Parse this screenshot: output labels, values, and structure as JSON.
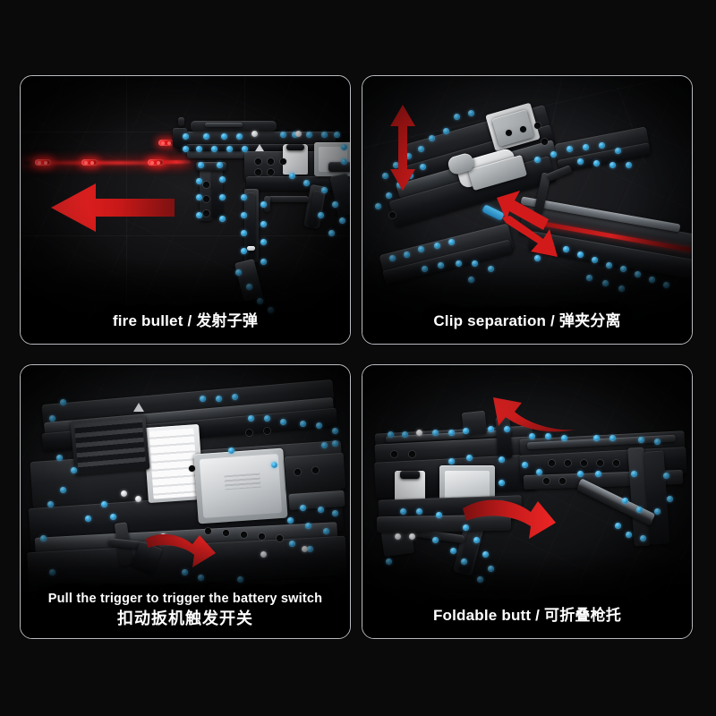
{
  "page": {
    "background_color": "#0a0a0a",
    "layout": "2x2-feature-panel-grid",
    "panel_border_color": "#b9bcc0",
    "accent_color": "#d31a1a",
    "pin_color": "#2f9fd4",
    "caption_color": "#ffffff"
  },
  "panels": [
    {
      "id": "panel-fire-bullet",
      "position": "top-left",
      "caption": "fire bullet / 发射子弹",
      "caption_en": "fire bullet",
      "caption_zh": "发射子弹",
      "arrow_semantics": [
        "left-pointing-straight-arrow"
      ],
      "effects": [
        "red-laser-bullet-trail",
        "three-flying-bullets"
      ],
      "subject": "full assembled black brick submachine gun, muzzle left"
    },
    {
      "id": "panel-clip-separation",
      "position": "top-right",
      "caption": "Clip separation / 弹夹分离",
      "caption_en": "Clip separation",
      "caption_zh": "弹夹分离",
      "arrow_semantics": [
        "vertical-double-headed-arrow",
        "diagonal-up-left-arrow",
        "diagonal-down-right-arrow"
      ],
      "effects": [],
      "subject": "close-up of magazine detaching from receiver, grey and white plates"
    },
    {
      "id": "panel-trigger-battery-switch",
      "position": "bottom-left",
      "caption_line_1": "Pull the trigger to trigger the battery switch",
      "caption_line_2": "扣动扳机触发开关",
      "arrow_semantics": [
        "curved-arrow-pointing-right"
      ],
      "effects": [],
      "subject": "close-up of trigger group, white battery box and grey switch plate"
    },
    {
      "id": "panel-foldable-butt",
      "position": "bottom-right",
      "caption": "Foldable butt / 可折叠枪托",
      "caption_en": "Foldable butt",
      "caption_zh": "可折叠枪托",
      "arrow_semantics": [
        "curved-arrow-pointing-up-left",
        "curved-arrow-pointing-right"
      ],
      "effects": [],
      "subject": "side view of gun with extended folding stock"
    }
  ]
}
